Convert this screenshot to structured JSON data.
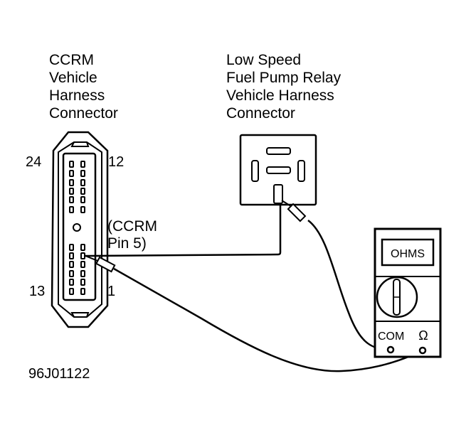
{
  "ccrm_label": [
    "CCRM",
    "Vehicle",
    "Harness",
    "Connector"
  ],
  "relay_label": [
    "Low Speed",
    "Fuel Pump Relay",
    "Vehicle Harness",
    "Connector"
  ],
  "pin_numbers": {
    "top_left": "24",
    "top_right": "12",
    "bottom_left": "13",
    "bottom_right": "1"
  },
  "pin_callout": [
    "(CCRM",
    "Pin 5)"
  ],
  "meter": {
    "display": "OHMS",
    "com_label": "COM",
    "ohm_label": "Ω"
  },
  "figure_id": "96J01122"
}
